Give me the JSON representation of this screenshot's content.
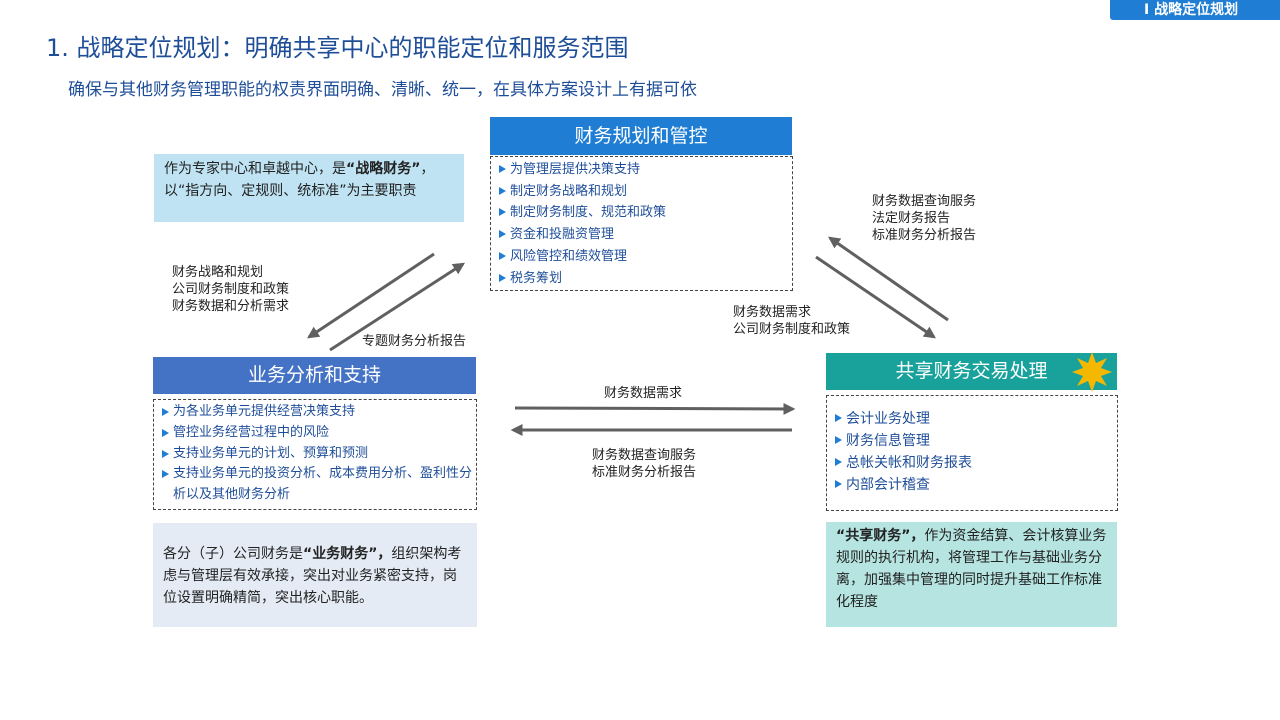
{
  "tag": "I 战略定位规划",
  "title": "1. 战略定位规划：明确共享中心的职能定位和服务范围",
  "subtitle": "确保与其他财务管理职能的权责界面明确、清晰、统一，在具体方案设计上有据可依",
  "plan": {
    "header": "财务规划和管控",
    "items": [
      "为管理层提供决策支持",
      "制定财务战略和规划",
      "制定财务制度、规范和政策",
      "资金和投融资管理",
      "风险管控和绩效管理",
      "税务筹划"
    ]
  },
  "strategy_note": {
    "pre": "作为专家中心和卓越中心，是",
    "bold": "“战略财务”",
    "post": "，以“指方向、定规则、统标准”为主要职责"
  },
  "business": {
    "header": "业务分析和支持",
    "items": [
      "为各业务单元提供经营决策支持",
      "管控业务经营过程中的风险",
      "支持业务单元的计划、预算和预测",
      "支持业务单元的投资分析、成本费用分析、盈利性分析以及其他财务分析"
    ],
    "note_pre": "各分（子）公司财务是",
    "note_bold": "“业务财务”，",
    "note_post": "组织架构考虑与管理层有效承接，突出对业务紧密支持，岗位设置明确精简，突出核心职能。"
  },
  "shared": {
    "header": "共享财务交易处理",
    "items": [
      "会计业务处理",
      "财务信息管理",
      "总帐关帐和财务报表",
      "内部会计稽查"
    ],
    "note_bold": "“共享财务”，",
    "note_post": "作为资金结算、会计核算业务规则的执行机构，将管理工作与基础业务分离，加强集中管理的同时提升基础工作标准化程度"
  },
  "flows": {
    "plan_to_business": [
      "财务战略和规划",
      "公司财务制度和政策",
      "财务数据和分析需求"
    ],
    "business_to_plan": [
      "专题财务分析报告"
    ],
    "shared_to_plan": [
      "财务数据查询服务",
      "法定财务报告",
      "标准财务分析报告"
    ],
    "plan_to_shared": [
      "财务数据需求",
      "公司财务制度和政策"
    ],
    "business_to_shared": [
      "财务数据需求"
    ],
    "shared_to_business": [
      "财务数据查询服务",
      "标准财务分析报告"
    ]
  },
  "colors": {
    "plan": "#1f7ed3",
    "business": "#4472c4",
    "shared": "#19a29c",
    "arrow": "#606060",
    "star": "#f5b800"
  },
  "icons": {
    "star": "star-icon",
    "bullet": "triangle-bullet-icon"
  }
}
